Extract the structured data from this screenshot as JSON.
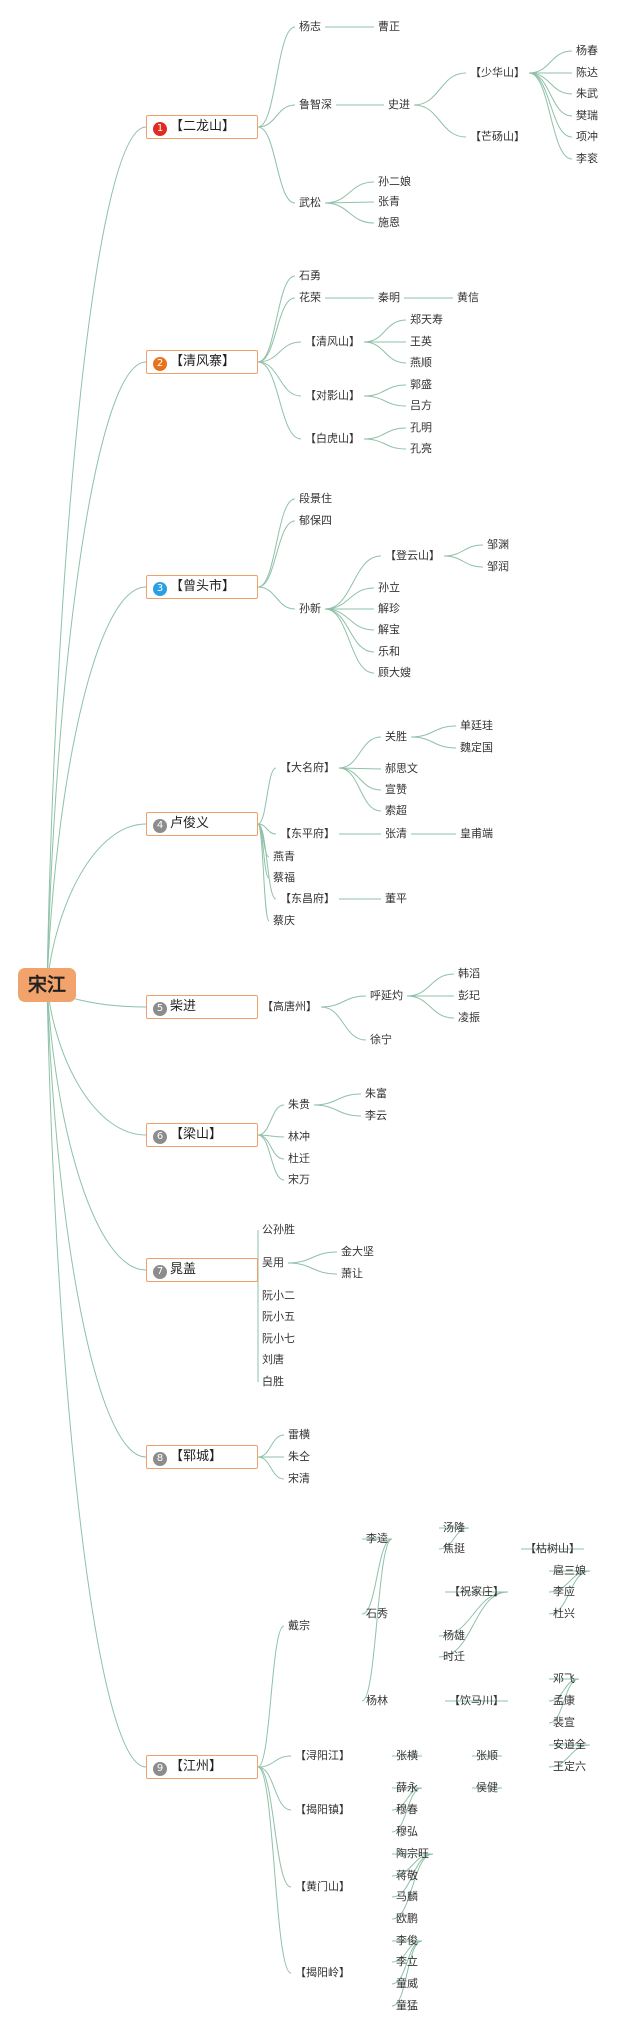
{
  "root": "宋江",
  "colors": {
    "line": "#8fc1a8",
    "branch_border": "#f0a068",
    "root_fill": "#f2a36b"
  },
  "branches": [
    {
      "num": "1",
      "label": "【二龙山】",
      "color": "#e02b20"
    },
    {
      "num": "2",
      "label": "【清风寨】",
      "color": "#e8711c"
    },
    {
      "num": "3",
      "label": "【曾头市】",
      "color": "#2aa0e0"
    },
    {
      "num": "4",
      "label": "卢俊义",
      "color": "#8c8c8c"
    },
    {
      "num": "5",
      "label": "柴进",
      "color": "#8c8c8c"
    },
    {
      "num": "6",
      "label": "【梁山】",
      "color": "#8c8c8c"
    },
    {
      "num": "7",
      "label": "晁盖",
      "color": "#8c8c8c"
    },
    {
      "num": "8",
      "label": "【郓城】",
      "color": "#8c8c8c"
    },
    {
      "num": "9",
      "label": "【江州】",
      "color": "#8c8c8c"
    }
  ],
  "nodes": [
    "杨志",
    "曹正",
    "鲁智深",
    "史进",
    "【少华山】",
    "杨春",
    "陈达",
    "朱武",
    "【芒砀山】",
    "樊瑞",
    "项冲",
    "李衮",
    "武松",
    "孙二娘",
    "张青",
    "施恩",
    "石勇",
    "花荣",
    "秦明",
    "黄信",
    "【清风山】",
    "郑天寿",
    "王英",
    "燕顺",
    "【对影山】",
    "郭盛",
    "吕方",
    "【白虎山】",
    "孔明",
    "孔亮",
    "段景住",
    "郁保四",
    "孙新",
    "【登云山】",
    "邹渊",
    "邹润",
    "孙立",
    "解珍",
    "解宝",
    "乐和",
    "顾大嫂",
    "【大名府】",
    "关胜",
    "单廷珪",
    "魏定国",
    "郝思文",
    "宣赞",
    "索超",
    "【东平府】",
    "张清",
    "皇甫端",
    "燕青",
    "蔡福",
    "【东昌府】",
    "董平",
    "蔡庆",
    "【高唐州】",
    "呼延灼",
    "韩滔",
    "彭玘",
    "凌振",
    "徐宁",
    "朱贵",
    "朱富",
    "李云",
    "林冲",
    "杜迁",
    "宋万",
    "公孙胜",
    "吴用",
    "金大坚",
    "萧让",
    "阮小二",
    "阮小五",
    "阮小七",
    "刘唐",
    "白胜",
    "雷横",
    "朱仝",
    "宋清",
    "戴宗",
    "李逵",
    "汤隆",
    "焦挺",
    "【枯树山】",
    "石秀",
    "【祝家庄】",
    "扈三娘",
    "李应",
    "杜兴",
    "杨雄",
    "时迁",
    "杨林",
    "【饮马川】",
    "邓飞",
    "孟康",
    "裴宣",
    "【浔阳江】",
    "张横",
    "张顺",
    "安道全",
    "王定六",
    "【揭阳镇】",
    "薛永",
    "侯健",
    "穆春",
    "穆弘",
    "【黄门山】",
    "陶宗旺",
    "蒋敬",
    "马麟",
    "欧鹏",
    "【揭阳岭】",
    "李俊",
    "李立",
    "童威",
    "童猛"
  ]
}
